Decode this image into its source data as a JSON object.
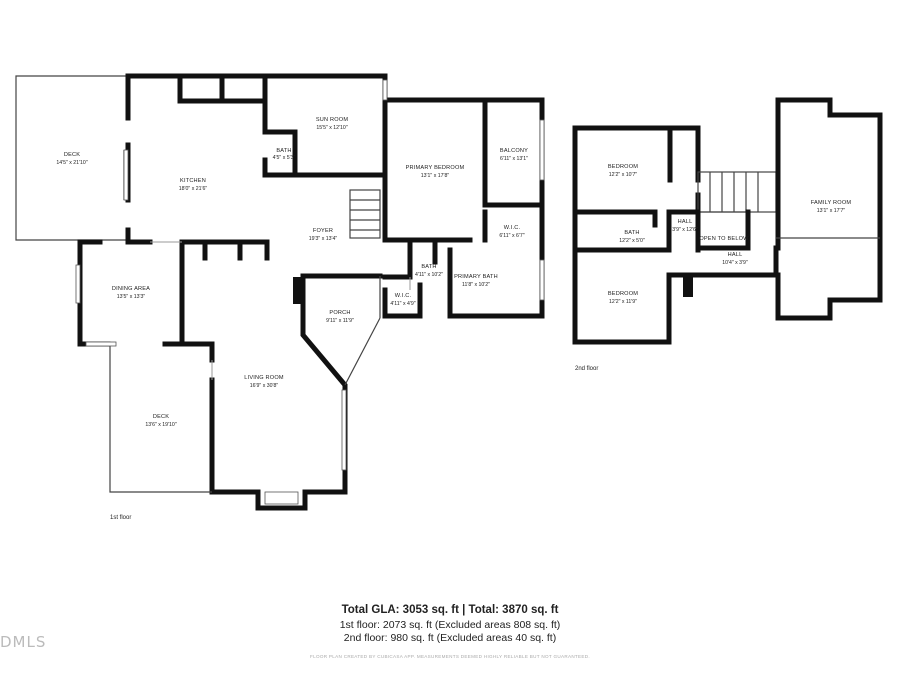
{
  "rooms": [
    {
      "id": "deck-1",
      "name": "DECK",
      "dims": "14'5\" x 21'10\""
    },
    {
      "id": "kitchen",
      "name": "KITCHEN",
      "dims": "18'0\" x 21'6\""
    },
    {
      "id": "bath-1",
      "name": "BATH",
      "dims": "4'5\" x 5'3\""
    },
    {
      "id": "sun-room",
      "name": "SUN ROOM",
      "dims": "15'5\" x 12'10\""
    },
    {
      "id": "primary-bedroom",
      "name": "PRIMARY BEDROOM",
      "dims": "13'1\" x 17'8\""
    },
    {
      "id": "balcony",
      "name": "BALCONY",
      "dims": "6'11\" x 13'1\""
    },
    {
      "id": "wic-1",
      "name": "W.I.C.",
      "dims": "6'11\" x 6'7\""
    },
    {
      "id": "foyer",
      "name": "FOYER",
      "dims": "19'3\" x 13'4\""
    },
    {
      "id": "bath-2",
      "name": "BATH",
      "dims": "4'11\" x 10'2\""
    },
    {
      "id": "primary-bath",
      "name": "PRIMARY BATH",
      "dims": "11'8\" x 10'2\""
    },
    {
      "id": "wic-2",
      "name": "W.I.C.",
      "dims": "4'11\" x 4'9\""
    },
    {
      "id": "dining-area",
      "name": "DINING AREA",
      "dims": "13'5\" x 13'3\""
    },
    {
      "id": "porch",
      "name": "PORCH",
      "dims": "9'11\" x 11'9\""
    },
    {
      "id": "living-room",
      "name": "LIVING ROOM",
      "dims": "16'9\" x 30'8\""
    },
    {
      "id": "deck-2",
      "name": "DECK",
      "dims": "13'6\" x 19'10\""
    },
    {
      "id": "bedroom-1",
      "name": "BEDROOM",
      "dims": "12'2\" x 10'7\""
    },
    {
      "id": "bath-3",
      "name": "BATH",
      "dims": "12'2\" x 5'0\""
    },
    {
      "id": "hall-1",
      "name": "HALL",
      "dims": "3'9\" x 12'6\""
    },
    {
      "id": "open-below",
      "name": "OPEN TO BELOW",
      "dims": ""
    },
    {
      "id": "hall-2",
      "name": "HALL",
      "dims": "10'4\" x 3'9\""
    },
    {
      "id": "family-room",
      "name": "FAMILY ROOM",
      "dims": "13'1\" x 17'7\""
    },
    {
      "id": "bedroom-2",
      "name": "BEDROOM",
      "dims": "12'2\" x 11'9\""
    }
  ],
  "floors": {
    "first": "1st floor",
    "second": "2nd floor"
  },
  "summary": {
    "total": "Total GLA: 3053 sq. ft | Total: 3870 sq. ft",
    "floor1": "1st floor: 2073 sq. ft (Excluded areas 808 sq. ft)",
    "floor2": "2nd floor: 980 sq. ft (Excluded areas 40 sq. ft)",
    "disclaimer": "FLOOR PLAN CREATED BY CUBICASA APP. MEASUREMENTS DEEMED HIGHLY RELIABLE BUT NOT GUARANTEED."
  },
  "watermark": "DMLS"
}
